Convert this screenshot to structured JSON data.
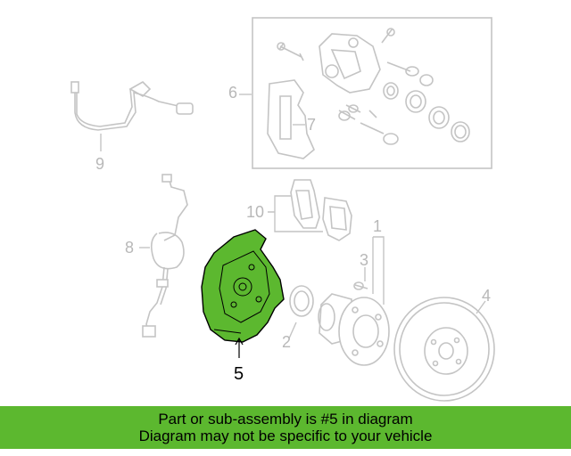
{
  "callouts": {
    "c1": "1",
    "c2": "2",
    "c3": "3",
    "c4": "4",
    "c5": "5",
    "c6": "6",
    "c7": "7",
    "c8": "8",
    "c9": "9",
    "c10": "10"
  },
  "highlight": {
    "part_number": "5",
    "color": "#5cb82f"
  },
  "banner": {
    "line1": "Part or sub-assembly is #5 in diagram",
    "line2": "Diagram may not be specific to your vehicle",
    "background": "#5cb82f"
  }
}
